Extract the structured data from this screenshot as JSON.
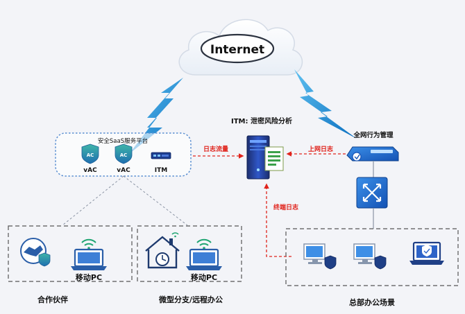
{
  "internet": {
    "label": "Internet"
  },
  "saas": {
    "title": "安全SaaS服务平台",
    "items": [
      {
        "badge": "AC",
        "label": "vAC"
      },
      {
        "badge": "AC",
        "label": "vAC"
      },
      {
        "badge": "",
        "label": "ITM"
      }
    ]
  },
  "itm": {
    "title": "ITM: 泄密风险分析"
  },
  "behavior": {
    "title": "全网行为管理"
  },
  "flows": {
    "log_traffic": "日志流量",
    "internet_log": "上网日志",
    "terminal_log": "终端日志"
  },
  "groups": {
    "partner": {
      "device_label": "移动PC",
      "caption": "合作伙伴"
    },
    "branch": {
      "device_label": "移动PC",
      "caption": "微型分支/远程办公"
    },
    "hq": {
      "caption": "总部办公场景"
    }
  },
  "colors": {
    "red_arrow": "#e0231c",
    "accent_blue": "#1f7fd9",
    "bolt": "#1a8fd6",
    "dotted_border": "#5b8fd1"
  }
}
